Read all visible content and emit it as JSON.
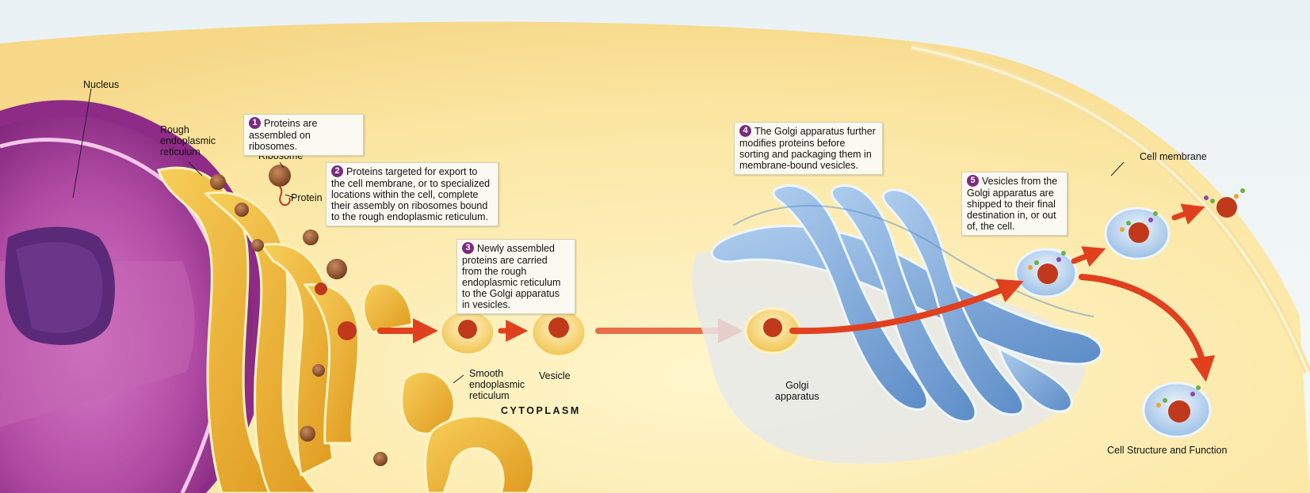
{
  "labels": {
    "nucleus": "Nucleus",
    "rough_er": "Rough\nendoplasmic\nreticulum",
    "ribosome": "Ribosome",
    "protein": "Protein",
    "smooth_er": "Smooth\nendoplasmic\nreticulum",
    "vesicle": "Vesicle",
    "cytoplasm": "CYTOPLASM",
    "golgi": "Golgi\napparatus",
    "cell_membrane": "Cell membrane",
    "footer": "Cell Structure and Function"
  },
  "steps": [
    {
      "number": "1",
      "text": "Proteins are assembled on ribosomes."
    },
    {
      "number": "2",
      "text": "Proteins targeted for export to the cell membrane, or to specialized locations within the cell, complete their assembly on ribosomes bound to the rough endoplasmic reticulum."
    },
    {
      "number": "3",
      "text": "Newly assembled proteins are carried from the rough endoplasmic reticulum to the Golgi apparatus in vesicles."
    },
    {
      "number": "4",
      "text": "The Golgi apparatus further modifies proteins before sorting and packaging them in membrane-bound vesicles."
    },
    {
      "number": "5",
      "text": "Vesicles from the Golgi apparatus are shipped to their final destination in, or out of, the cell."
    }
  ],
  "colors": {
    "cytoplasm": "#fbe9a6",
    "nucleus": "#a0338f",
    "rough_er": "#f2b83a",
    "golgi": "#7aa6d6",
    "arrow": "#e1401f",
    "protein": "#c0391b",
    "step_badge": "#7a2a7f"
  }
}
